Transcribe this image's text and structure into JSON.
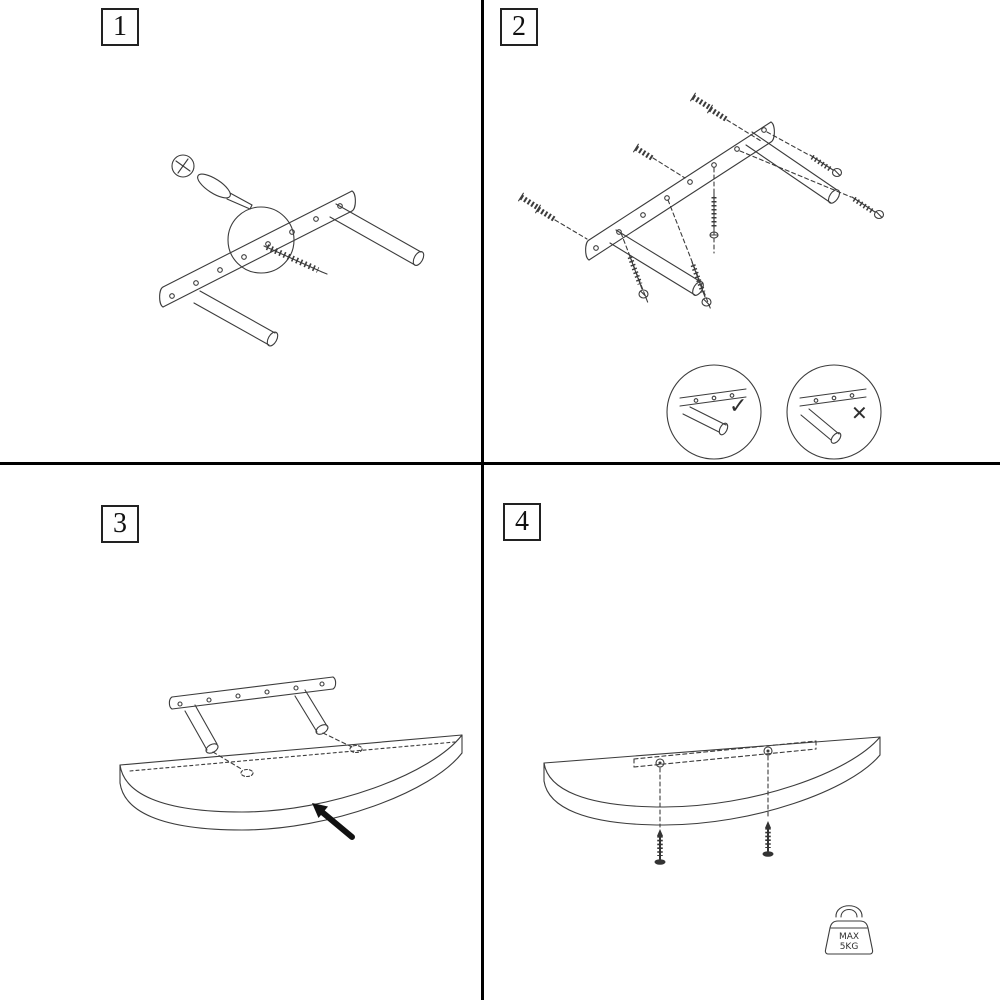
{
  "steps": [
    {
      "number": "1"
    },
    {
      "number": "2"
    },
    {
      "number": "3"
    },
    {
      "number": "4"
    }
  ],
  "step2_details": {
    "correct_mark": "✓",
    "incorrect_mark": "✕"
  },
  "step4_details": {
    "max_load_line1": "MAX",
    "max_load_line2": "5KG"
  },
  "colors": {
    "background": "#ffffff",
    "line_art": "#3c3c3c",
    "divider": "#000000",
    "solid_black": "#111111"
  }
}
